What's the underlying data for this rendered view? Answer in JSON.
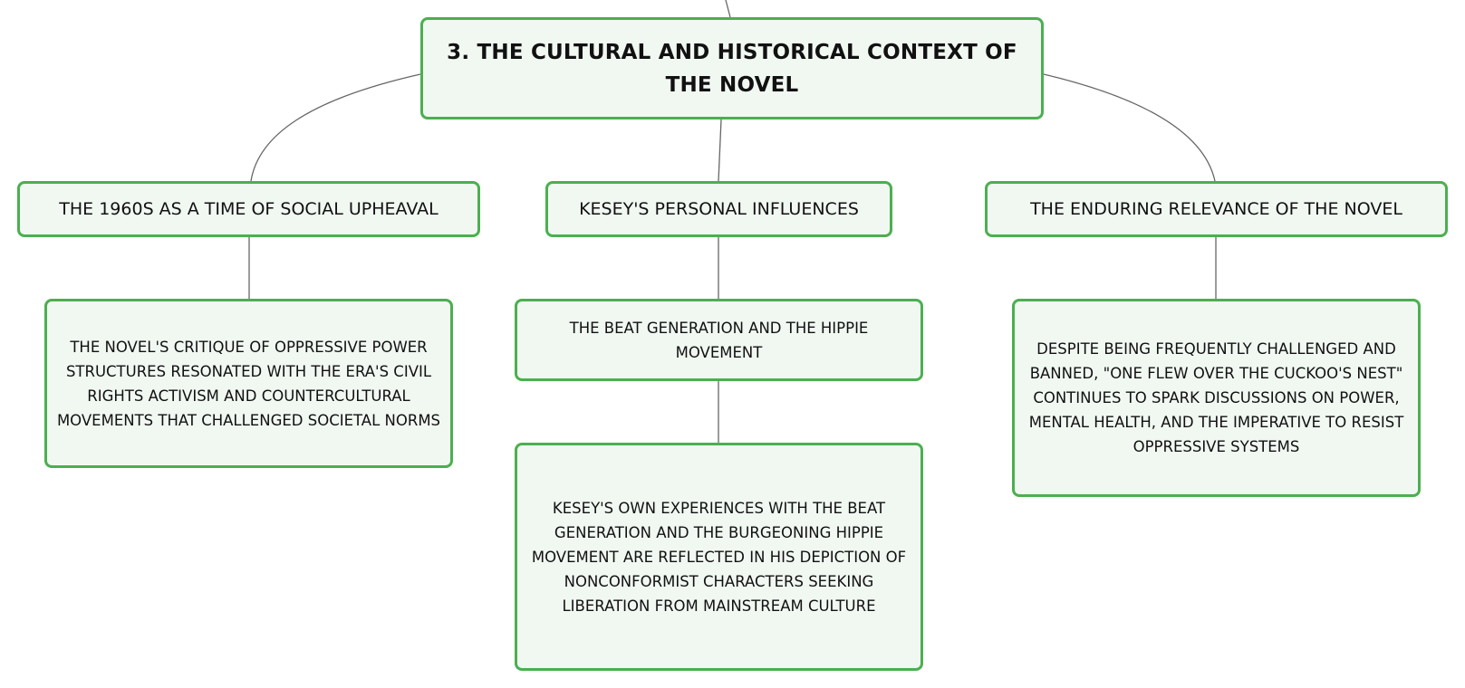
{
  "diagram": {
    "root": {
      "label": "3. THE CULTURAL AND HISTORICAL CONTEXT OF THE NOVEL"
    },
    "branches": [
      {
        "label": "THE 1960S AS A TIME OF SOCIAL UPHEAVAL",
        "children": [
          {
            "label": "THE NOVEL'S CRITIQUE OF OPPRESSIVE POWER STRUCTURES RESONATED WITH THE ERA'S CIVIL RIGHTS ACTIVISM AND COUNTERCULTURAL MOVEMENTS THAT CHALLENGED SOCIETAL NORMS"
          }
        ]
      },
      {
        "label": "KESEY'S PERSONAL INFLUENCES",
        "children": [
          {
            "label": "THE BEAT GENERATION AND THE HIPPIE MOVEMENT",
            "children": [
              {
                "label": "KESEY'S OWN EXPERIENCES WITH THE BEAT GENERATION AND THE BURGEONING HIPPIE MOVEMENT ARE REFLECTED IN HIS DEPICTION OF NONCONFORMIST CHARACTERS SEEKING LIBERATION FROM MAINSTREAM CULTURE"
              }
            ]
          }
        ]
      },
      {
        "label": "THE ENDURING RELEVANCE OF THE NOVEL",
        "children": [
          {
            "label": "DESPITE BEING FREQUENTLY CHALLENGED AND BANNED, \"ONE FLEW OVER THE CUCKOO'S NEST\" CONTINUES TO SPARK DISCUSSIONS ON POWER, MENTAL HEALTH, AND THE IMPERATIVE TO RESIST OPPRESSIVE SYSTEMS"
          }
        ]
      }
    ]
  },
  "colors": {
    "node_border": "#4caf50",
    "node_fill": "#f1f8f2",
    "connector": "#666666",
    "text": "#111111"
  }
}
